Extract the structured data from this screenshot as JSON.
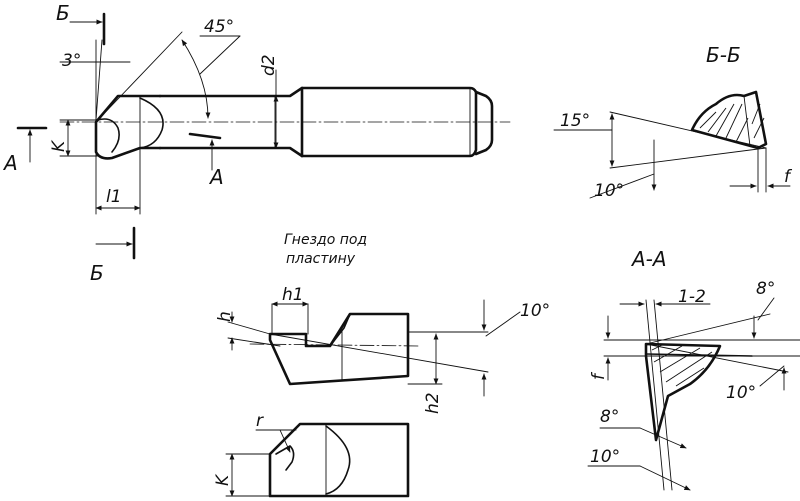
{
  "labels": {
    "section_b_arrow": "Б",
    "section_b_arrow_bottom": "Б",
    "section_a_arrow_left": "А",
    "section_a_arrow_mid": "А",
    "angle_3": "3°",
    "angle_45": "45°",
    "dim_d2": "d2",
    "dim_k": "K",
    "dim_l1": "l1",
    "section_bb_title": "Б-Б",
    "bb_angle_15": "15°",
    "bb_angle_10": "10°",
    "bb_dim_f": "f",
    "socket_caption_line1": "Гнездо под",
    "socket_caption_line2": "пластину",
    "socket_dim_h": "h",
    "socket_dim_h1": "h1",
    "socket_angle_10": "10°",
    "socket_dim_h2": "h2",
    "socket_dim_r": "r",
    "socket_dim_k": "K",
    "section_aa_title": "А-А",
    "aa_dim_12": "1-2",
    "aa_angle_8_top": "8°",
    "aa_dim_f": "f",
    "aa_angle_10_right": "10°",
    "aa_angle_8_bottom": "8°",
    "aa_angle_10_bottom": "10°"
  }
}
